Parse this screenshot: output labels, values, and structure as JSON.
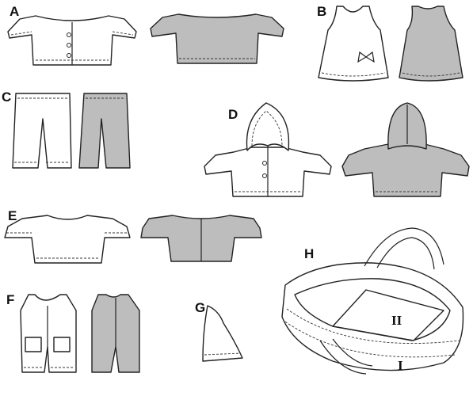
{
  "views": [
    {
      "letter": "A",
      "description": ""
    },
    {
      "letter": "B",
      "description": ""
    },
    {
      "letter": "C",
      "description": ""
    },
    {
      "letter": "D",
      "description": ""
    },
    {
      "letter": "E",
      "description": ""
    },
    {
      "letter": "F",
      "description": ""
    },
    {
      "letter": "G",
      "description": ""
    },
    {
      "letter": "H",
      "description": ""
    }
  ],
  "pieces": {
    "mattress": "II",
    "basket": "I"
  },
  "colors": {
    "line": "#222222",
    "back_view_fill": "#bdbdbd",
    "front_view_fill": "#ffffff"
  }
}
